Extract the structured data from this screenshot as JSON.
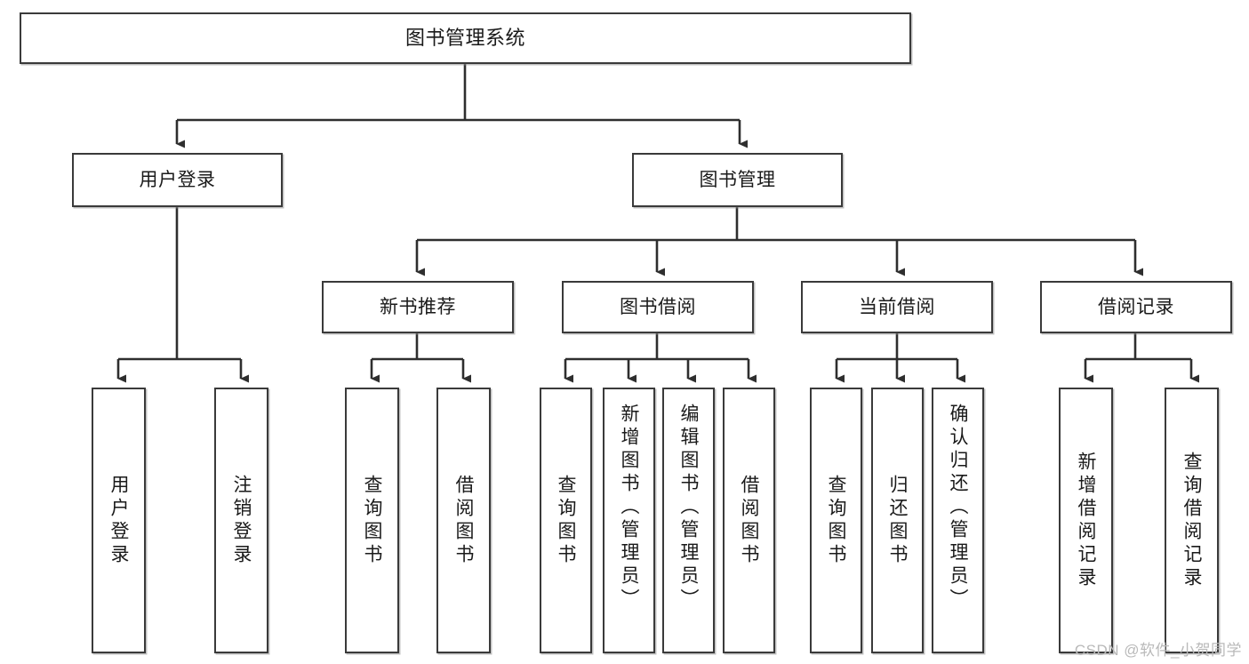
{
  "diagram": {
    "title": "图书管理系统",
    "type": "tree",
    "root": {
      "label": "图书管理系统"
    },
    "level2": [
      {
        "label": "用户登录"
      },
      {
        "label": "图书管理"
      }
    ],
    "level3": [
      {
        "label": "新书推荐"
      },
      {
        "label": "图书借阅"
      },
      {
        "label": "当前借阅"
      },
      {
        "label": "借阅记录"
      }
    ],
    "leaves": {
      "user_login": [
        {
          "label": "用户登录"
        },
        {
          "label": "注销登录"
        }
      ],
      "new_book_recommend": [
        {
          "label": "查询图书"
        },
        {
          "label": "借阅图书"
        }
      ],
      "book_borrow": [
        {
          "label": "查询图书"
        },
        {
          "label": "新增图书（管理员）"
        },
        {
          "label": "编辑图书（管理员）"
        },
        {
          "label": "借阅图书"
        }
      ],
      "current_borrow": [
        {
          "label": "查询图书"
        },
        {
          "label": "归还图书"
        },
        {
          "label": "确认归还（管理员）"
        }
      ],
      "borrow_record": [
        {
          "label": "新增借阅记录"
        },
        {
          "label": "查询借阅记录"
        }
      ]
    },
    "watermark": "CSDN @软件_小贺同学",
    "colors": {
      "border": "#3a3a3a",
      "background": "#ffffff",
      "text": "#1a1a1a",
      "connector": "#2e2e2e",
      "watermark": "#b9b9b9"
    }
  }
}
